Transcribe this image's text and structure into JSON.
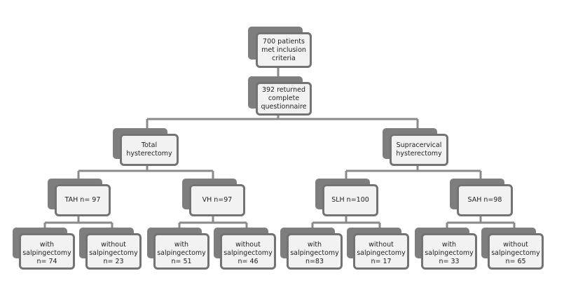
{
  "diagram": {
    "nodes": {
      "root": {
        "lines": [
          "700 patients",
          "met inclusion",
          "criteria"
        ]
      },
      "returned": {
        "lines": [
          "392 returned",
          "complete",
          "questionnaire"
        ]
      },
      "total": {
        "lines": [
          "Total",
          "hysterectomy"
        ]
      },
      "supra": {
        "lines": [
          "Supracervical",
          "hysterectomy"
        ]
      },
      "tah": {
        "lines": [
          "TAH n= 97"
        ]
      },
      "vh": {
        "lines": [
          "VH n=97"
        ]
      },
      "slh": {
        "lines": [
          "SLH n=100"
        ]
      },
      "sah": {
        "lines": [
          "SAH n=98"
        ]
      },
      "tah_with": {
        "lines": [
          "with",
          "salpingectomy",
          "n= 74"
        ]
      },
      "tah_without": {
        "lines": [
          "without",
          "salpingectomy",
          "n= 23"
        ]
      },
      "vh_with": {
        "lines": [
          "with",
          "salpingectomy",
          "n= 51"
        ]
      },
      "vh_without": {
        "lines": [
          "without",
          "salpingectomy",
          "n= 46"
        ]
      },
      "slh_with": {
        "lines": [
          "with",
          "salpingectomy",
          "n=83"
        ]
      },
      "slh_without": {
        "lines": [
          "without",
          "salpingectomy",
          "n= 17"
        ]
      },
      "sah_with": {
        "lines": [
          "with",
          "salpingectomy",
          "n= 33"
        ]
      },
      "sah_without": {
        "lines": [
          "without",
          "salpingectomy",
          "n= 65"
        ]
      }
    },
    "colors": {
      "box_fill": "#f2f2f2",
      "box_border": "#737373",
      "shadow": "#7e7e7e",
      "connector": "#8a8a8a"
    }
  }
}
